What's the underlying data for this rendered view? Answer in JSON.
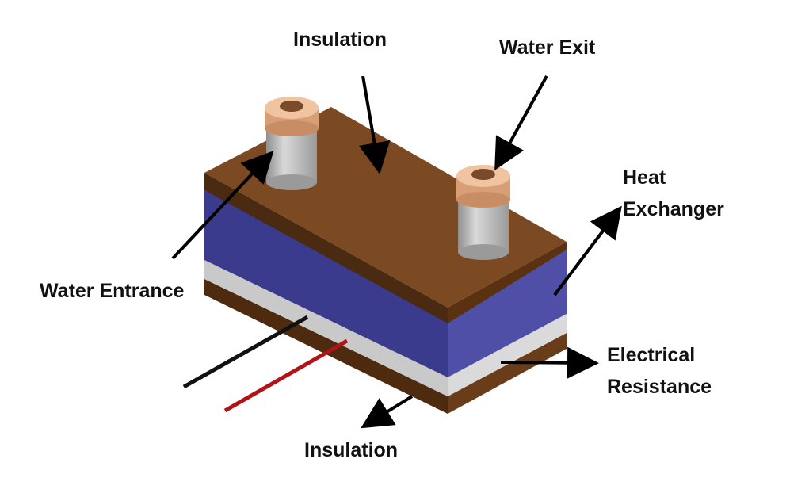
{
  "labels": {
    "insulation_top": "Insulation",
    "water_exit": "Water Exit",
    "heat_exchanger": [
      "Heat",
      "Exchanger"
    ],
    "water_entrance": "Water Entrance",
    "electrical_resistance": [
      "Electrical",
      "Resistance"
    ],
    "insulation_bottom": "Insulation"
  },
  "colors": {
    "insulation_top_face": "#7b4a22",
    "insulation_side": "#5a3212",
    "heat_exchanger_front": "#3b3b8d",
    "heat_exchanger_right": "#4f4fa7",
    "resistance_layer": "#c9c9c9",
    "fitting_top": "#e8b690",
    "fitting_body": "#b8b8b8",
    "wire_black": "#111111",
    "wire_red": "#b01419"
  }
}
